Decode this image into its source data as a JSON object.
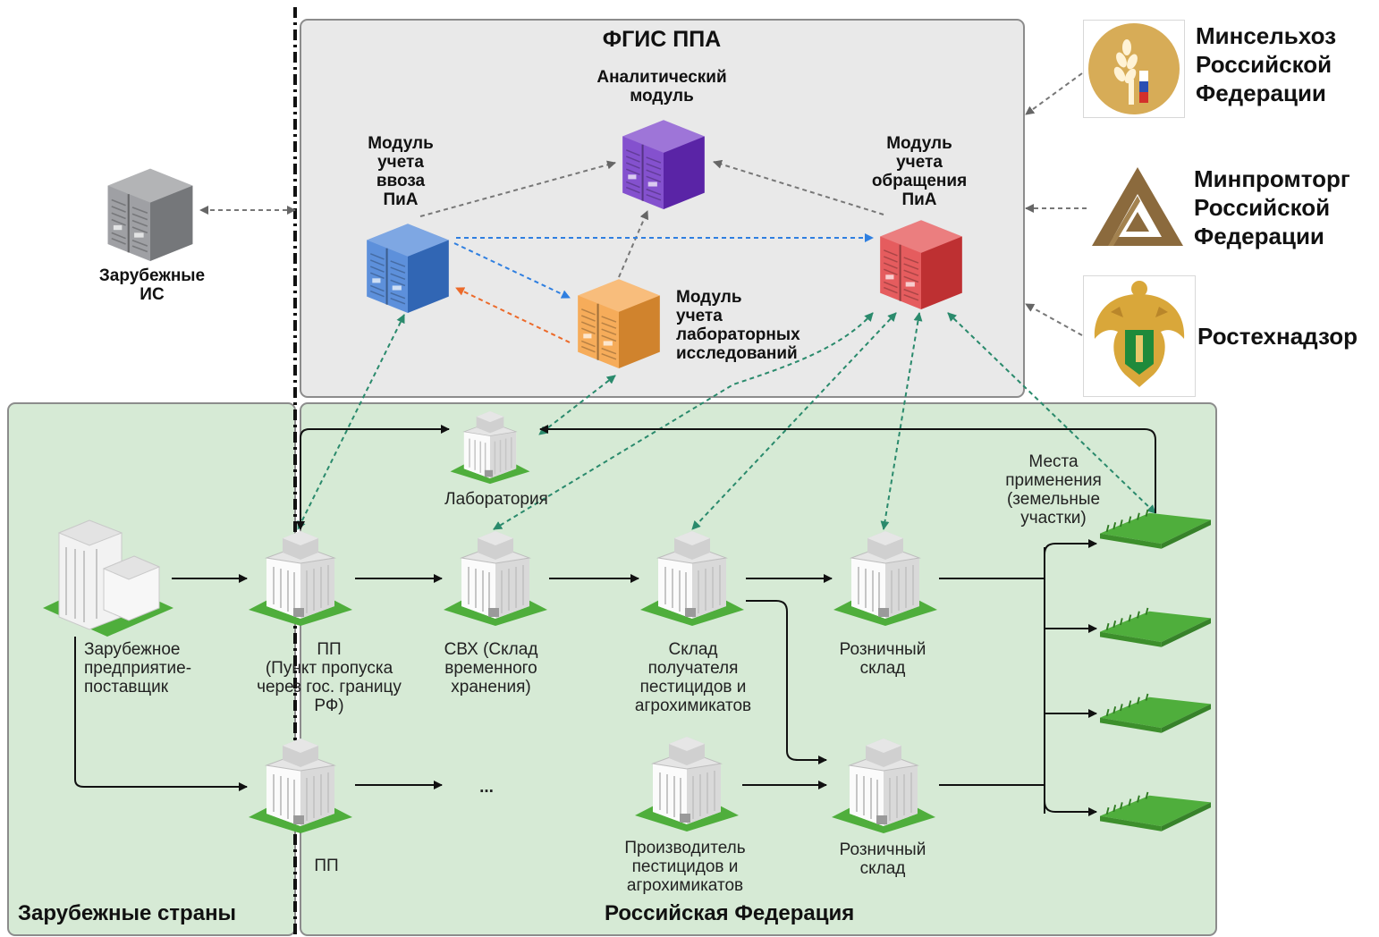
{
  "colors": {
    "panel_gray": "#e9e9e9",
    "panel_green": "#d6ead5",
    "server_blue": "#3a78d4",
    "server_purple": "#6a2bc4",
    "server_orange": "#f59a36",
    "server_red": "#e0393b",
    "server_gray": "#8a8c90",
    "arrow_blue": "#2f7fe0",
    "arrow_orange": "#ec6a2a",
    "arrow_teal": "#2a8a6c",
    "arrow_gray": "#777777",
    "grass": "#4fae3c"
  },
  "fgis": {
    "title": "ФГИС ППА",
    "analytics_module": {
      "line1": "Аналитический",
      "line2": "модуль"
    },
    "import_module": {
      "line1": "Модуль",
      "line2": "учета",
      "line3": "ввоза",
      "line4": "ПиА"
    },
    "circulation_module": {
      "line1": "Модуль",
      "line2": "учета",
      "line3": "обращения",
      "line4": "ПиА"
    },
    "lab_module": {
      "line1": "Модуль",
      "line2": "учета",
      "line3": "лабораторных",
      "line4": "исследований"
    }
  },
  "foreign_is": {
    "line1": "Зарубежные",
    "line2": "ИС"
  },
  "agencies": [
    {
      "icon": "wheat-emblem-icon",
      "line1": "Минсельхоз",
      "line2": "Российской",
      "line3": "Федерации"
    },
    {
      "icon": "triangle-emblem-icon",
      "line1": "Минпромторг",
      "line2": "Российской",
      "line3": "Федерации"
    },
    {
      "icon": "eagle-emblem-icon",
      "line1": "Ростехнадзор"
    }
  ],
  "regions": {
    "foreign": "Зарубежные страны",
    "russia": "Российская Федерация"
  },
  "nodes": {
    "laboratory": "Лаборатория",
    "supplier": {
      "line1": "Зарубежное",
      "line2": "предприятие-",
      "line3": "поставщик"
    },
    "checkpoint": {
      "line1": "ПП",
      "line2": "(Пункт пропуска",
      "line3": "через гос. границу",
      "line4": "РФ)"
    },
    "svh": {
      "line1": "СВХ (Склад",
      "line2": "временного",
      "line3": "хранения)"
    },
    "recipient_warehouse": {
      "line1": "Склад",
      "line2": "получателя",
      "line3": "пестицидов и",
      "line4": "агрохимикатов"
    },
    "retail_1": {
      "line1": "Розничный",
      "line2": "склад"
    },
    "retail_2": {
      "line1": "Розничный",
      "line2": "склад"
    },
    "checkpoint_2": "ПП",
    "ellipsis": "...",
    "producer": {
      "line1": "Производитель",
      "line2": "пестицидов и",
      "line3": "агрохимикатов"
    },
    "fields": {
      "line1": "Места",
      "line2": "применения",
      "line3": "(земельные",
      "line4": "участки)"
    }
  }
}
